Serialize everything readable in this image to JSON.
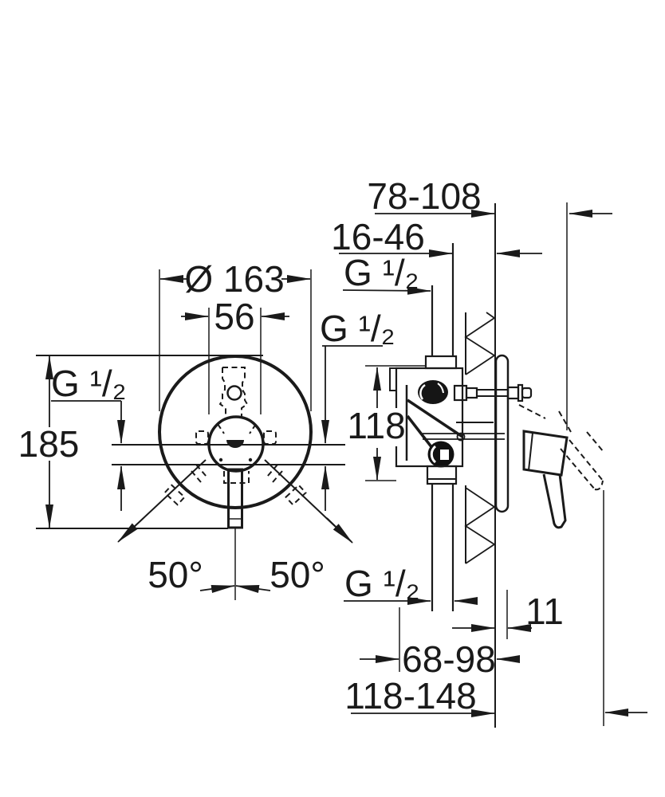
{
  "drawing": {
    "front": {
      "diameter": "Ø 163",
      "hub_width": "56",
      "height": "185",
      "supply_left": "G ¹/₂",
      "supply_right": "G ¹/₂",
      "swing_left": "50°",
      "swing_right": "50°"
    },
    "side": {
      "depth_range": "78-108",
      "wall_offset": "16-46",
      "thread_top": "G ¹/₂",
      "body_height": "118",
      "thread_bottom": "G ¹/₂",
      "trim_depth": "11",
      "recess_range": "68-98",
      "reach_range": "118-148"
    },
    "line_color": "#1a1a1a"
  }
}
